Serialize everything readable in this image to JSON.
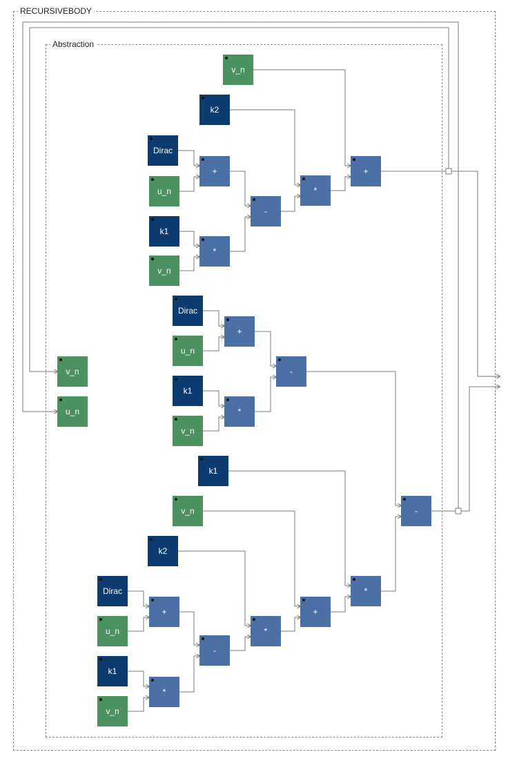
{
  "frames": {
    "outer": {
      "label": "RECURSIVEBODY"
    },
    "inner": {
      "label": "Abstraction"
    }
  },
  "colors": {
    "constant": "#0c3b6f",
    "variable": "#4c9160",
    "operator": "#4b70a6",
    "wire": "#7a7a7a"
  },
  "inputs": [
    {
      "id": "in_v",
      "label": "v_n"
    },
    {
      "id": "in_u",
      "label": "u_n"
    }
  ],
  "nodes": [
    {
      "id": "a_vn",
      "kind": "var",
      "label": "v_n"
    },
    {
      "id": "a_k2",
      "kind": "const",
      "label": "k2"
    },
    {
      "id": "a_dir",
      "kind": "const",
      "label": "Dirac"
    },
    {
      "id": "a_un",
      "kind": "var",
      "label": "u_n"
    },
    {
      "id": "a_k1",
      "kind": "const",
      "label": "k1"
    },
    {
      "id": "a_vn2",
      "kind": "var",
      "label": "v_n"
    },
    {
      "id": "a_plus1",
      "kind": "op",
      "label": "+"
    },
    {
      "id": "a_mul1",
      "kind": "op",
      "label": "*"
    },
    {
      "id": "a_minus",
      "kind": "op",
      "label": "-"
    },
    {
      "id": "a_mul2",
      "kind": "op",
      "label": "*"
    },
    {
      "id": "a_plus2",
      "kind": "op",
      "label": "+"
    },
    {
      "id": "b_dir",
      "kind": "const",
      "label": "Dirac"
    },
    {
      "id": "b_un",
      "kind": "var",
      "label": "u_n"
    },
    {
      "id": "b_k1",
      "kind": "const",
      "label": "k1"
    },
    {
      "id": "b_vn",
      "kind": "var",
      "label": "v_n"
    },
    {
      "id": "b_plus",
      "kind": "op",
      "label": "+"
    },
    {
      "id": "b_mul",
      "kind": "op",
      "label": "*"
    },
    {
      "id": "b_minus",
      "kind": "op",
      "label": "-"
    },
    {
      "id": "c_k1",
      "kind": "const",
      "label": "k1"
    },
    {
      "id": "c_vn",
      "kind": "var",
      "label": "v_n"
    },
    {
      "id": "c_k2",
      "kind": "const",
      "label": "k2"
    },
    {
      "id": "c_dir",
      "kind": "const",
      "label": "Dirac"
    },
    {
      "id": "c_un",
      "kind": "var",
      "label": "u_n"
    },
    {
      "id": "c_k1b",
      "kind": "const",
      "label": "k1"
    },
    {
      "id": "c_vn2",
      "kind": "var",
      "label": "v_n"
    },
    {
      "id": "c_plus1",
      "kind": "op",
      "label": "+"
    },
    {
      "id": "c_mul1",
      "kind": "op",
      "label": "*"
    },
    {
      "id": "c_minus",
      "kind": "op",
      "label": "-"
    },
    {
      "id": "c_mul2",
      "kind": "op",
      "label": "*"
    },
    {
      "id": "c_plus2",
      "kind": "op",
      "label": "+"
    },
    {
      "id": "c_mul3",
      "kind": "op",
      "label": "*"
    },
    {
      "id": "c_final",
      "kind": "op",
      "label": "-"
    }
  ]
}
